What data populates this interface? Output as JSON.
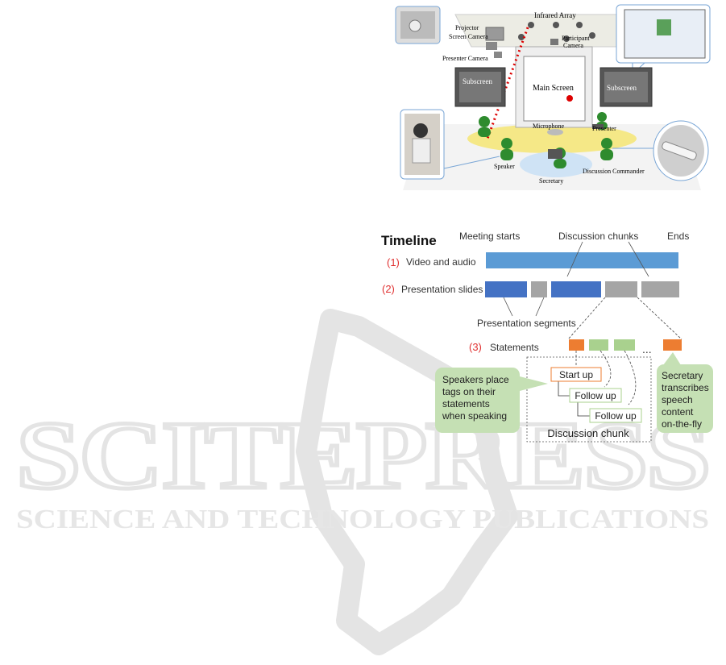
{
  "watermark": {
    "brand": "SCITEPRESS",
    "tagline": "SCIENCE AND TECHNOLOGY PUBLICATIONS"
  },
  "room_figure": {
    "labels": {
      "infrared_array": "Infrared Array",
      "projector": "Projector",
      "screen_camera": "Screen Camera",
      "participant_camera_line1": "Participant",
      "participant_camera_line2": "Camera",
      "presenter_camera": "Presenter Camera",
      "subscreen_left": "Subscreen",
      "subscreen_right": "Subscreen",
      "main_screen": "Main Screen",
      "microphone": "Microphone",
      "presenter": "Presenter",
      "speaker": "Speaker",
      "secretary": "Secretary",
      "discussion_commander": "Discussion Commander"
    }
  },
  "timeline_figure": {
    "title": "Timeline",
    "header_meeting_starts": "Meeting starts",
    "header_discussion_chunks": "Discussion chunks",
    "header_ends": "Ends",
    "rows": [
      {
        "number": "(1)",
        "label": "Video and audio"
      },
      {
        "number": "(2)",
        "label": "Presentation slides"
      },
      {
        "number": "(3)",
        "label": "Statements"
      }
    ],
    "presentation_segments": "Presentation segments",
    "ellipsis": "...",
    "tags": {
      "start_up": "Start up",
      "follow_up_1": "Follow up",
      "follow_up_2": "Follow up"
    },
    "discussion_chunk": "Discussion chunk",
    "callout_speakers": [
      "Speakers place",
      "tags on their",
      "statements",
      "when speaking"
    ],
    "callout_secretary": [
      "Secretary",
      "transcribes",
      "speech",
      "content",
      "on-the-fly"
    ],
    "colors": {
      "video_bar": "#5b9bd5",
      "slide_bar": "#4472c4",
      "gray_bar": "#a5a5a5",
      "green_box": "#a9d18e",
      "orange_box": "#ed7d31",
      "number_red": "#e03030",
      "callout_fill": "#c5e0b4"
    }
  }
}
